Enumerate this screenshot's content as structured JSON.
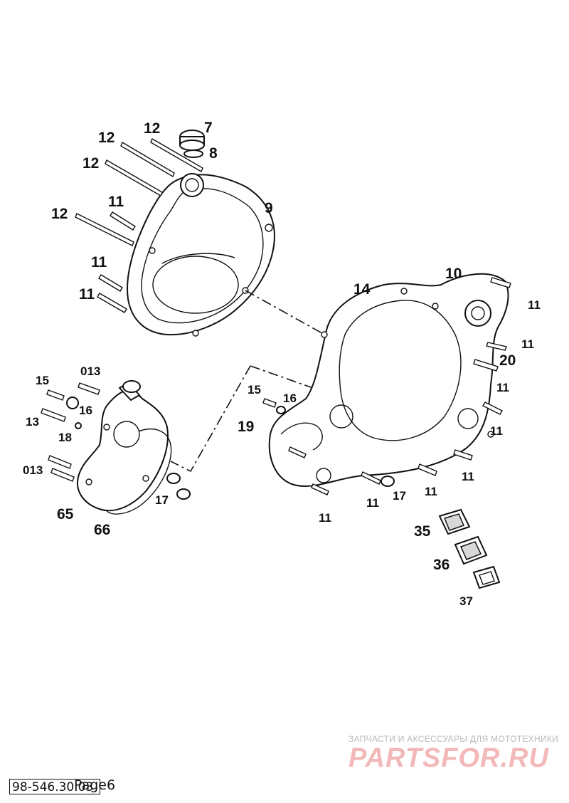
{
  "callouts": [
    {
      "id": "c7",
      "text": "7"
    },
    {
      "id": "c8",
      "text": "8"
    },
    {
      "id": "c9",
      "text": "9"
    },
    {
      "id": "c12a",
      "text": "12"
    },
    {
      "id": "c12b",
      "text": "12"
    },
    {
      "id": "c12c",
      "text": "12"
    },
    {
      "id": "c12d",
      "text": "12"
    },
    {
      "id": "c11a",
      "text": "11"
    },
    {
      "id": "c11b",
      "text": "11"
    },
    {
      "id": "c11c",
      "text": "11"
    },
    {
      "id": "c10",
      "text": "10"
    },
    {
      "id": "c14",
      "text": "14"
    },
    {
      "id": "c11d",
      "text": "11"
    },
    {
      "id": "c11e",
      "text": "11"
    },
    {
      "id": "c20",
      "text": "20"
    },
    {
      "id": "c11f",
      "text": "11"
    },
    {
      "id": "c11g",
      "text": "11"
    },
    {
      "id": "c11h",
      "text": "11"
    },
    {
      "id": "c11i",
      "text": "11"
    },
    {
      "id": "c11j",
      "text": "11"
    },
    {
      "id": "c11k",
      "text": "11"
    },
    {
      "id": "c15a",
      "text": "15"
    },
    {
      "id": "c013a",
      "text": "013"
    },
    {
      "id": "c13",
      "text": "13"
    },
    {
      "id": "c16a",
      "text": "16"
    },
    {
      "id": "c18",
      "text": "18"
    },
    {
      "id": "c013b",
      "text": "013"
    },
    {
      "id": "c65",
      "text": "65"
    },
    {
      "id": "c66",
      "text": "66"
    },
    {
      "id": "c17a",
      "text": "17"
    },
    {
      "id": "c15b",
      "text": "15"
    },
    {
      "id": "c16b",
      "text": "16"
    },
    {
      "id": "c19",
      "text": "19"
    },
    {
      "id": "c17b",
      "text": "17"
    },
    {
      "id": "c35",
      "text": "35"
    },
    {
      "id": "c36",
      "text": "36"
    },
    {
      "id": "c37",
      "text": "37"
    }
  ],
  "watermark": {
    "tagline": "ЗАПЧАСТИ И АКСЕССУАРЫ ДЛЯ МОТОТЕХНИКИ",
    "brand": "PARTSFOR.RU",
    "brand_color": "#f3b9b9"
  },
  "footer": {
    "code": "98-546.30.03",
    "page": "Page6"
  }
}
